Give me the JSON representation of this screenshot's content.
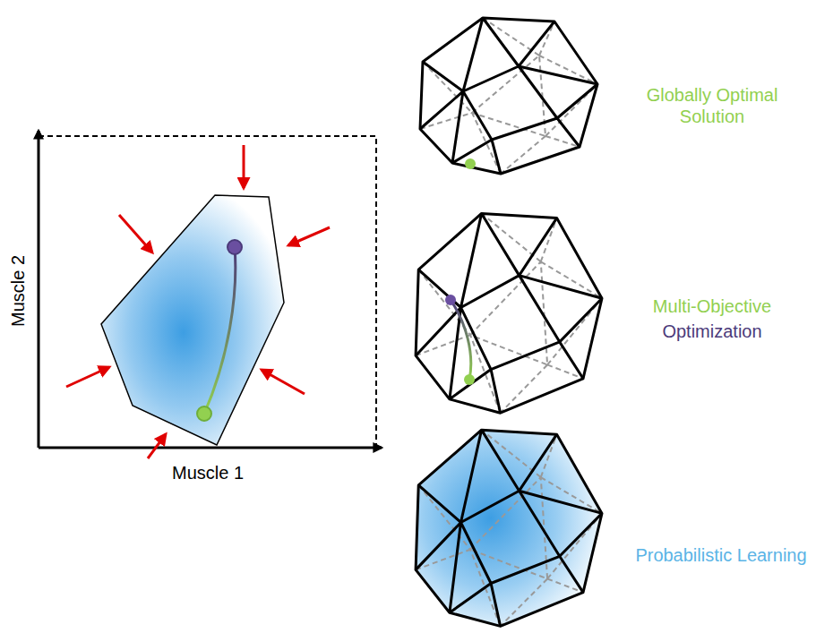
{
  "diagram": {
    "labels": [
      "Muscle 1",
      "Muscle 2",
      "Globally Optimal Solution",
      "Multi-Objective",
      "Optimization",
      "Probabilistic Learning"
    ]
  }
}
